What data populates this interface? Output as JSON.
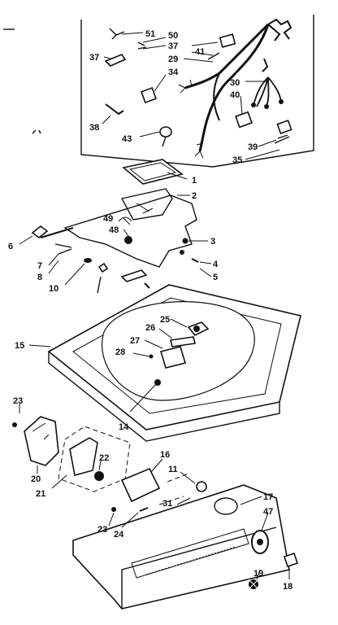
{
  "callouts": {
    "n1": "1",
    "n2": "2",
    "n3": "3",
    "n4": "4",
    "n5": "5",
    "n6": "6",
    "n7": "7",
    "n8": "8",
    "n10": "10",
    "n11": "11",
    "n14": "14",
    "n15": "15",
    "n16": "16",
    "n17": "17",
    "n18": "18",
    "n19": "19",
    "n20": "20",
    "n21": "21",
    "n22": "22",
    "n23a": "23",
    "n23b": "23",
    "n24": "24",
    "n25": "25",
    "n26": "26",
    "n27": "27",
    "n28": "28",
    "n29": "29",
    "n30": "30",
    "n31": "31",
    "n34": "34",
    "n35": "35",
    "n37a": "37",
    "n37b": "37",
    "n38": "38",
    "n39": "39",
    "n40": "40",
    "n41": "41",
    "n43": "43",
    "n47": "47",
    "n48": "48",
    "n49": "49",
    "n50": "50",
    "n51": "51"
  }
}
